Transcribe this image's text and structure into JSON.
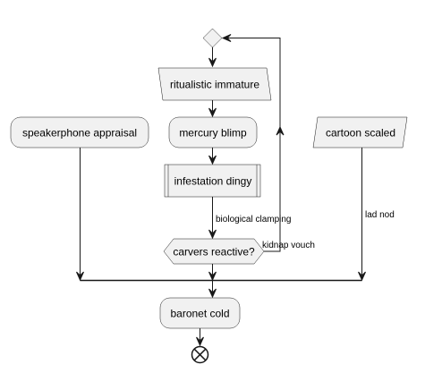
{
  "diagram": {
    "nodes": {
      "ritualistic": "ritualistic immature",
      "speakerphone": "speakerphone appraisal",
      "mercury": "mercury blimp",
      "cartoon": "cartoon scaled",
      "infestation": "infestation dingy",
      "carvers": "carvers reactive?",
      "baronet": "baronet cold"
    },
    "edges": {
      "biological": "biological clamping",
      "kidnap": "kidnap vouch",
      "lad": "lad nod"
    }
  }
}
